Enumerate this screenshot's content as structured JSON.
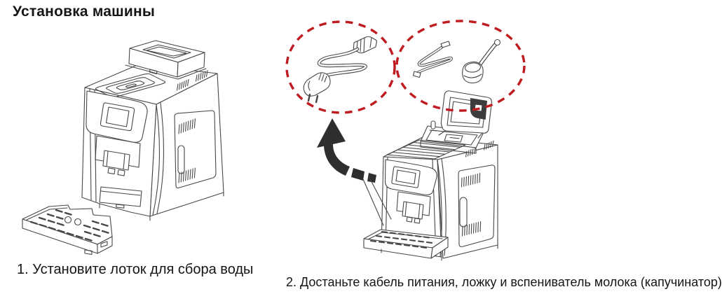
{
  "document": {
    "title": "Установка машины"
  },
  "steps": [
    {
      "index": "1",
      "label": "1. Установите лоток для сбора воды"
    },
    {
      "index": "2",
      "label": "2. Достаньте кабель питания, ложку и вспениватель молока (капучинатор)"
    }
  ],
  "figures": {
    "step1": {
      "icons": [
        "coffee-machine-line-art",
        "drip-tray"
      ]
    },
    "step2": {
      "icons": [
        "coffee-machine-open-lid-line-art",
        "power-cable",
        "milk-frother",
        "measuring-spoon",
        "curved-arrow",
        "dashed-highlight-circle",
        "dashed-highlight-ellipse"
      ]
    }
  },
  "colors": {
    "accent_red": "#bf1b21",
    "line_color": "#474747",
    "arrow_color": "#2e2e2e",
    "text_color": "#151515",
    "latch_color": "#3d3d3d"
  }
}
